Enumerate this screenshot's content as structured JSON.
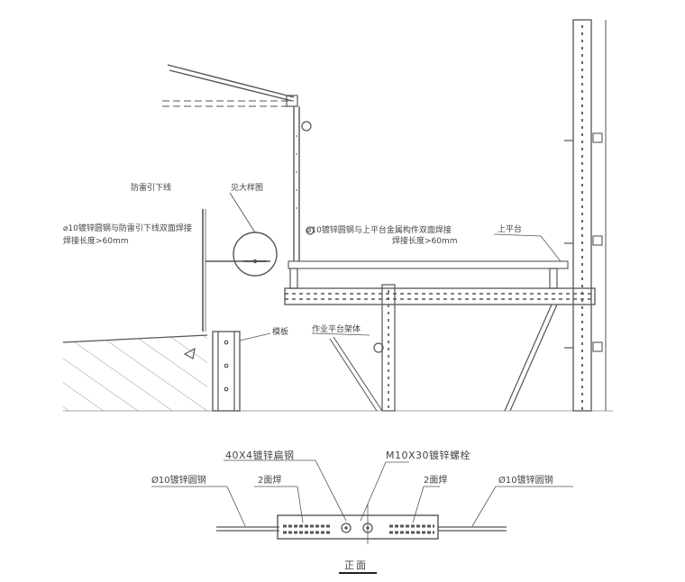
{
  "top_view": {
    "labels": {
      "lightning_downlead": "防雷引下线",
      "detail_ref": "见大样图",
      "steel_bar_note_line1": "⌀10镀锌圆钢与防雷引下线双面焊接",
      "weld_length_left": "焊接长度>60mm",
      "platform_bar_note": "⌀10镀锌圆钢与上平台金属构件双面焊接",
      "weld_length_right": "焊接长度>60mm",
      "upper_platform": "上平台",
      "formwork": "模板",
      "work_platform_frame": "作业平台架体"
    }
  },
  "detail": {
    "labels": {
      "flat_steel": "40X4镀锌扁钢",
      "bolt": "M10X30镀锌螺栓",
      "round_steel_left": "Ø10镀锌圆钢",
      "weld_left": "2面焊",
      "weld_right": "2面焊",
      "round_steel_right": "Ø10镀锌圆钢"
    },
    "view_title": "正面"
  }
}
